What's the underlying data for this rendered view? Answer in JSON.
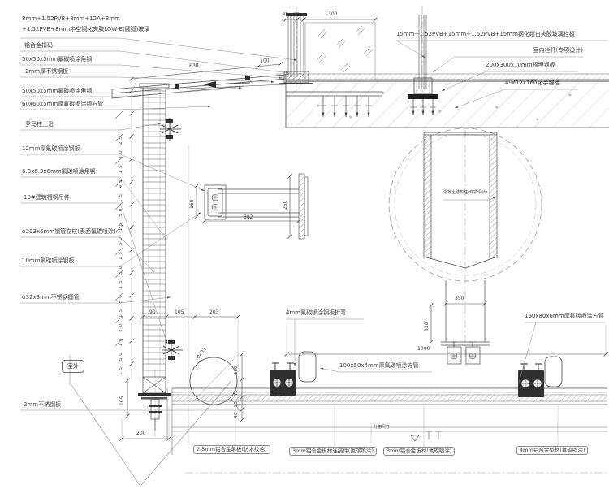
{
  "colors": {
    "line_primary": "#4a4a4a",
    "line_light": "#8c8c8c",
    "fill_dark": "#2b2b2b",
    "background": "#ffffff"
  },
  "labels": {
    "left": [
      "8mm+1.52PVB+8mm+12A+8mm",
      "+1.52PVB+8mm中空钢化夹胶LOW-E(圆弧)玻璃",
      "铝合金扣码",
      "50x50x5mm氟碳喷涂角钢",
      "2mm厚不锈钢板",
      "50x50x5mm氟碳喷涂角钢",
      "60x60x5mm厚氟碳喷涂钢方管",
      "罗马柱上沿",
      "12mm厚氟碳喷涂钢板",
      "6.3x6.3x6mm氟碳喷涂角钢",
      "10#建筑槽钢吊件",
      "φ203x6mm钢管立柱(表面氟碳喷涂)",
      "10mm氟碳喷涂钢板",
      "φ32x3mm不锈钢圆管",
      "室外",
      "2mm不锈钢板"
    ],
    "right": [
      "15mm+1.52PVB+15mm+1.52PVB+15mm钢化超白夹胶玻璃栏板",
      "室内栏杆(专项设计)",
      "200x300x10mm预埋钢板",
      "4-M12x160化学锚栓",
      "混凝土结构柱(专项设计)",
      "160x80x6mm厚氟碳喷涂方管",
      "100x50x4mm厚氟碳喷涂方管",
      "4mm氟碳喷涂钢板折弯"
    ],
    "bottom": [
      "2.5mm铝合金单板(仿木纹色)",
      "3mm铝合金板材连接件(氟碳喷涂)",
      "3mm铝合金板材(氟碳喷涂)",
      "4mm铝合金型材(氟碳喷涂)",
      "分格尺寸"
    ]
  },
  "dims": {
    "d47": "47",
    "d20": "20",
    "d300": "300",
    "d630": "630",
    "d100": "100",
    "d382": "382",
    "d250": "250",
    "d160b": "160",
    "d90": "90",
    "d105": "105",
    "d203": "203",
    "dphi": "φ203",
    "d200": "200",
    "d105v": "105",
    "d160v": "160",
    "d75": "75",
    "d25": "25",
    "d40": "40",
    "d350h": "350",
    "d350v": "350",
    "d1000": "1000",
    "chain": "15 50 15 50 15 50 15 50 15 50 15 50 15 45 15 30 25"
  }
}
